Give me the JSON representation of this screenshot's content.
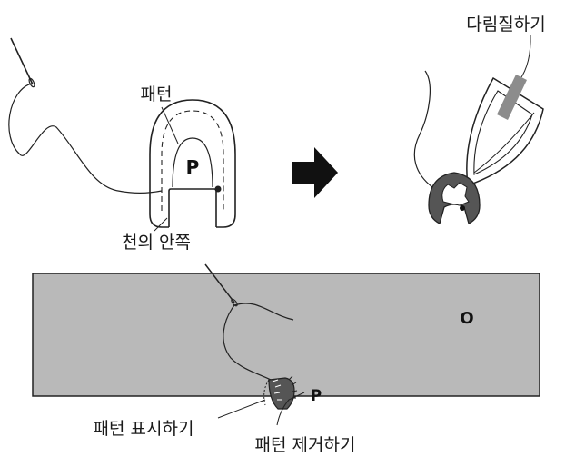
{
  "labels": {
    "pattern": "패턴",
    "fabric_inside": "천의 안쪽",
    "ironing": "다림질하기",
    "mark_pattern": "패턴 표시하기",
    "remove_pattern": "패턴 제거하기"
  },
  "marks": {
    "pattern_letter": "P",
    "fabric_letter": "O"
  },
  "icons": [
    "needle-icon",
    "iron-icon",
    "arrow-right-icon"
  ],
  "colors": {
    "fabric": "#b9b9b9",
    "dark_piece": "#5a5a5a",
    "iron_stripe": "#8c8c8c",
    "outline": "#222222"
  }
}
